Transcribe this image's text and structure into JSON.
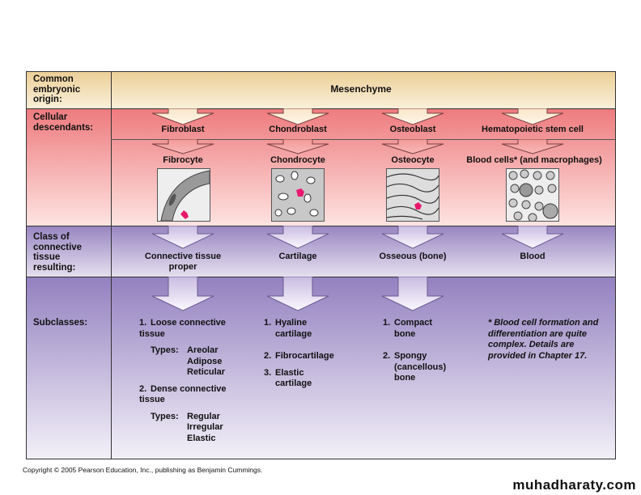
{
  "row_labels": {
    "origin": "Common embryonic origin:",
    "descendants": "Cellular descendants:",
    "class": "Class of connective tissue resulting:",
    "subclasses": "Subclasses:"
  },
  "origin": "Mesenchyme",
  "columns": [
    {
      "blast": "Fibroblast",
      "cyte": "Fibrocyte",
      "image": "fibrocyte-micrograph",
      "class": "Connective tissue proper"
    },
    {
      "blast": "Chondroblast",
      "cyte": "Chondrocyte",
      "image": "chondrocyte-micrograph",
      "class": "Cartilage"
    },
    {
      "blast": "Osteoblast",
      "cyte": "Osteocyte",
      "image": "osteocyte-micrograph",
      "class": "Osseous (bone)"
    },
    {
      "blast": "Hematopoietic stem cell",
      "cyte": "Blood cells* (and macrophages)",
      "image": "blood-cells-micrograph",
      "class": "Blood"
    }
  ],
  "subclasses": {
    "ctp": {
      "item1": "Loose connective tissue",
      "n1": "1.",
      "types_label": "Types:",
      "types1": [
        "Areolar",
        "Adipose",
        "Reticular"
      ],
      "item2": "Dense connective tissue",
      "n2": "2.",
      "types2": [
        "Regular",
        "Irregular",
        "Elastic"
      ]
    },
    "cartilage": [
      {
        "n": "1.",
        "text": "Hyaline cartilage"
      },
      {
        "n": "2.",
        "text": "Fibrocartilage"
      },
      {
        "n": "3.",
        "text": "Elastic cartilage"
      }
    ],
    "bone": [
      {
        "n": "1.",
        "text": "Compact bone"
      },
      {
        "n": "2.",
        "text": "Spongy (cancellous) bone"
      }
    ],
    "blood_note": "* Blood cell formation and differentiation are quite complex. Details are provided in Chapter 17."
  },
  "copyright": "Copyright © 2005 Pearson Education, Inc., publishing as Benjamin Cummings.",
  "watermark": "muhadharaty.com",
  "colors": {
    "origin": "#eccf98",
    "descendants": "#ee7b7e",
    "class": "#9886c2",
    "marker": "#e8186e"
  }
}
